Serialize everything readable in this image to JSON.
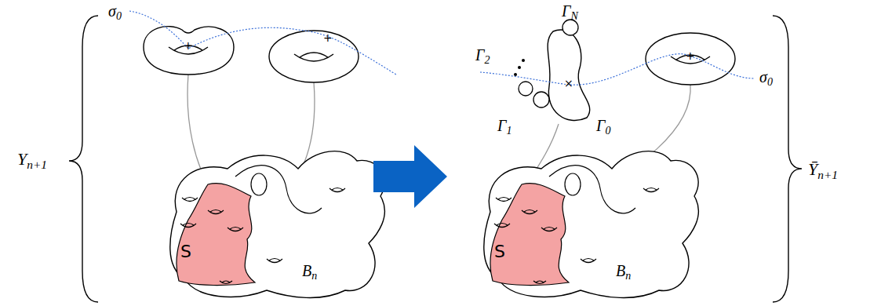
{
  "diagram": {
    "labels": [
      "σ0",
      "+",
      "+",
      "Yn+1",
      "S",
      "Bn",
      "ΓN",
      "Γ2",
      "Γ1",
      "Γ0",
      "×",
      "σ0",
      "+",
      "S",
      "Bn",
      "Ȳn+1"
    ]
  }
}
